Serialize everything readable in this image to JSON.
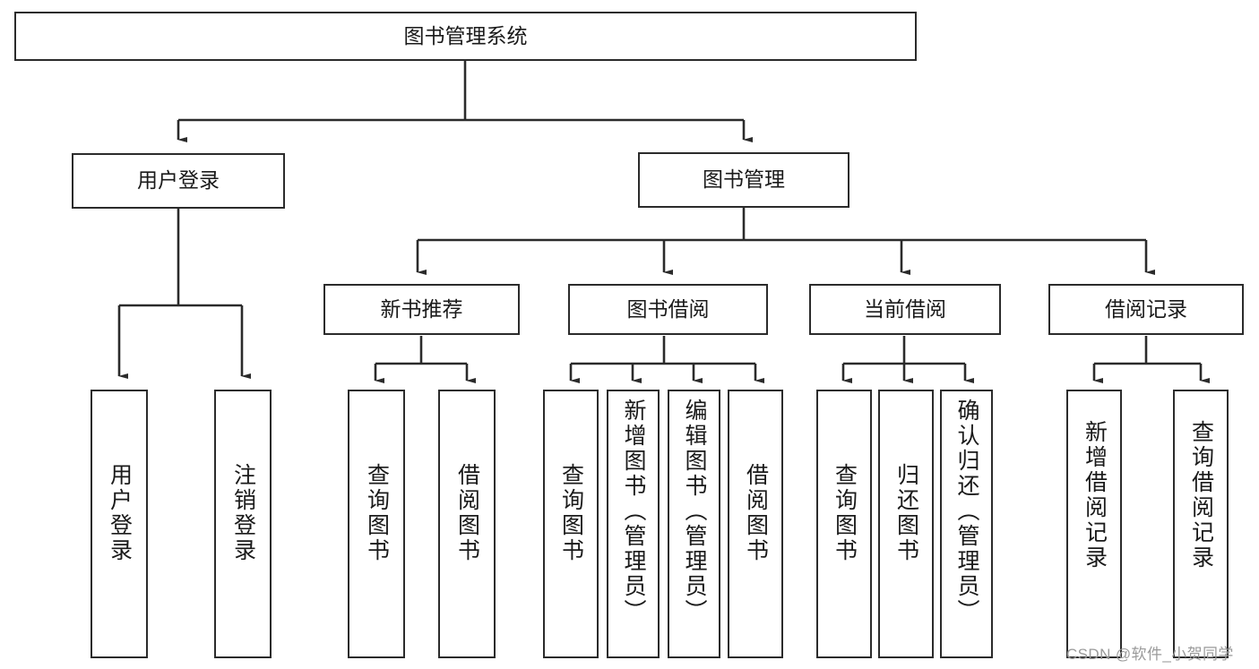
{
  "diagram": {
    "title": "图书管理系统",
    "type": "tree-hierarchy-diagram",
    "colors": {
      "box_border": "#2b2b2b",
      "box_fill": "#ffffff",
      "connector": "#2b2b2b",
      "watermark": "#9a9a9a",
      "background": "#ffffff"
    },
    "root": {
      "label": "图书管理系统"
    },
    "level2": {
      "user_login": "用户登录",
      "book_management": "图书管理"
    },
    "level3": {
      "new_book_recommend": "新书推荐",
      "book_borrow": "图书借阅",
      "current_borrow": "当前借阅",
      "borrow_record": "借阅记录"
    },
    "leaves": {
      "user_login_1": "用户登录",
      "user_login_2": "注销登录",
      "new_book_1": "查询图书",
      "new_book_2": "借阅图书",
      "borrow_1": "查询图书",
      "borrow_2": "新增图书（管理员）",
      "borrow_3": "编辑图书（管理员）",
      "borrow_4": "借阅图书",
      "current_1": "查询图书",
      "current_2": "归还图书",
      "current_3": "确认归还（管理员）",
      "record_1": "新增借阅记录",
      "record_2": "查询借阅记录"
    },
    "watermark": "CSDN @软件_小贺同学"
  }
}
